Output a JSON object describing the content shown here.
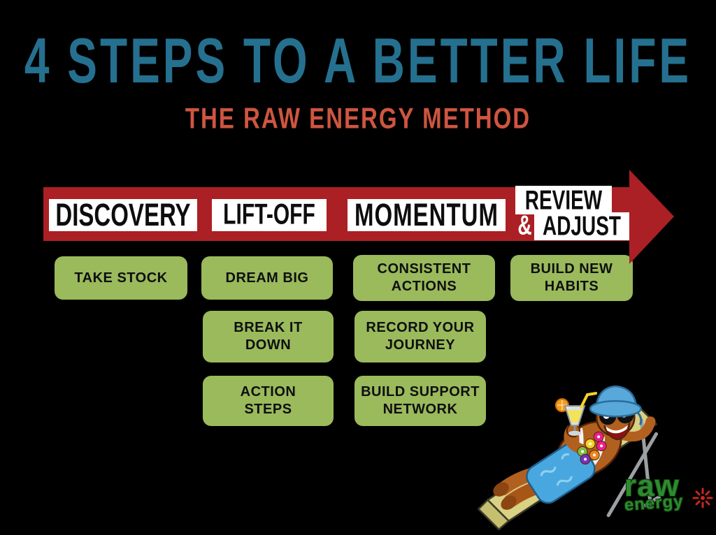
{
  "title": "4 STEPS TO A BETTER LIFE",
  "subtitle": "THE RAW ENERGY METHOD",
  "arrow": {
    "steps": [
      {
        "label": "DISCOVERY"
      },
      {
        "label": "LIFT-OFF"
      },
      {
        "label": "MOMENTUM"
      }
    ],
    "step4": {
      "top": "REVIEW",
      "amp": "&",
      "bottom": "ADJUST"
    }
  },
  "boxes": {
    "take_stock": {
      "lines": [
        "TAKE STOCK"
      ]
    },
    "dream_big": {
      "lines": [
        "DREAM BIG"
      ]
    },
    "consistent_actions": {
      "lines": [
        "CONSISTENT",
        "ACTIONS"
      ]
    },
    "build_new_habits": {
      "lines": [
        "BUILD NEW",
        "HABITS"
      ]
    },
    "break_it_down": {
      "lines": [
        "BREAK IT",
        "DOWN"
      ]
    },
    "record_your_journey": {
      "lines": [
        "RECORD YOUR",
        "JOURNEY"
      ]
    },
    "action_steps": {
      "lines": [
        "ACTION",
        "STEPS"
      ]
    },
    "build_support_network": {
      "lines": [
        "BUILD SUPPORT",
        "NETWORK"
      ]
    }
  },
  "logo": {
    "line1": "raw",
    "line2": "energy"
  },
  "colors": {
    "background": "#000000",
    "title_teal": "#25708f",
    "subtitle_orange": "#cf5540",
    "arrow_red": "#ab2024",
    "label_bg": "#ffffff",
    "label_text": "#0d0d0d",
    "box_green": "#9aba5c",
    "box_text": "#0f0f0f",
    "logo_green": "#2f8a2f",
    "starburst_red": "#c8281c"
  },
  "icons": {
    "mascot": "relaxing-mascot-on-deck-chair",
    "starburst": "red-starburst"
  }
}
